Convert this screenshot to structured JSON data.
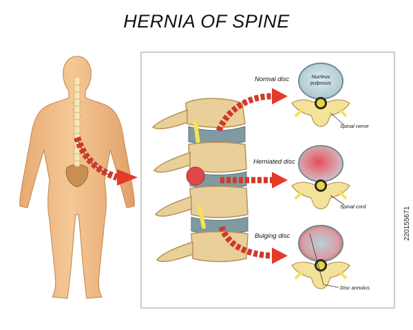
{
  "title": "HERNIA OF SPINE",
  "stock_id": "220155671",
  "labels": {
    "normal_disc": "Normal disc",
    "herniated_disc": "Herniated disc",
    "bulging_disc": "Bulging disc",
    "nucleus_line1": "Nucleus",
    "nucleus_line2": "pulposus",
    "spinal_nerve": "Spinal nerve",
    "spinal_cord": "Spinal cord",
    "disc_annulus": "Disc annulus"
  },
  "colors": {
    "skin": "#f0c08e",
    "skin_dark": "#c98e58",
    "bone": "#e9cf9a",
    "bone_shade": "#b98f52",
    "disc": "#7f9aa0",
    "nucleus": "#c7dde4",
    "hernia": "#e0464a",
    "arrow": "#e43a2a",
    "nerve_yellow": "#f6e25a"
  }
}
